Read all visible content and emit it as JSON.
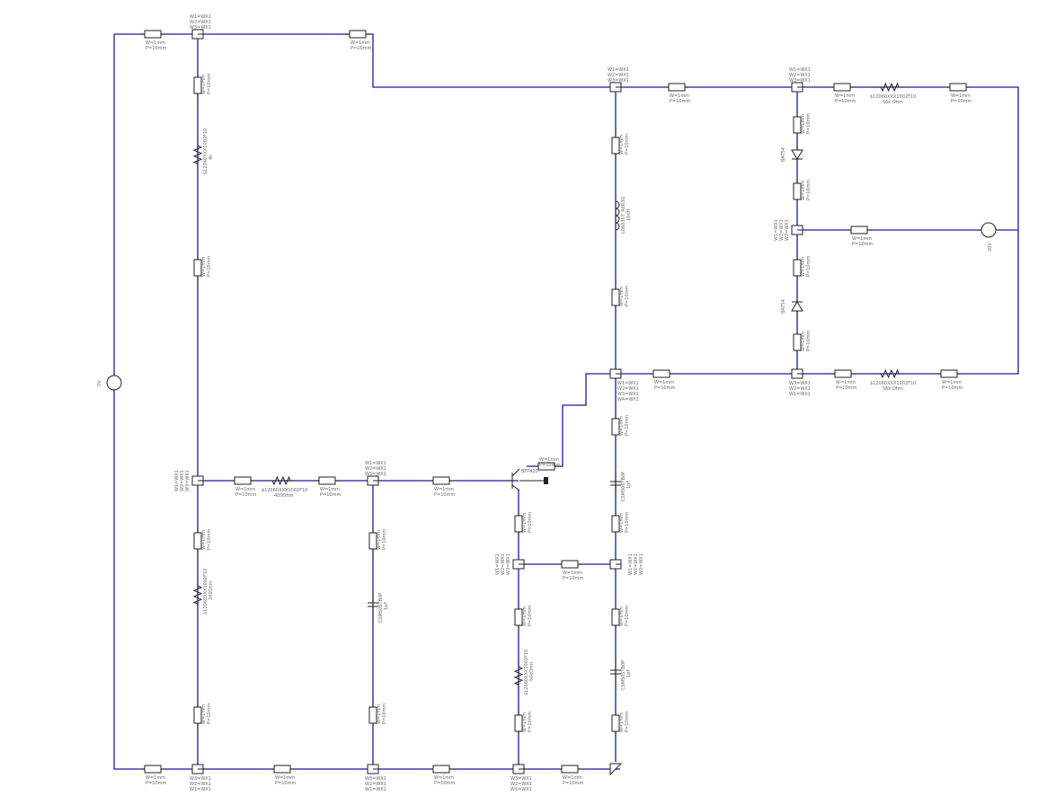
{
  "labels": {
    "tl_w": "W=1mm",
    "tl_l": "P=10mm",
    "tee_w1": "W1=WX1",
    "tee_w2": "W2=WX1",
    "tee_w3": "W3=WX1",
    "tee_w4": "W4=WX1",
    "res_4k": "4k",
    "res_400": "400Ohm",
    "res_50": "50kOhm",
    "res_200": "200Ohm",
    "res_56": "56k Ohm",
    "res_part": "$12060XXX1002F10",
    "cap_part": "CSMS0STB0P",
    "cap_1p": "1pF",
    "ind_part": "L0603ST_R6R3G",
    "ind_val": "10nH",
    "diode_part": "BAT54",
    "src_left": "5V",
    "src_right": "20V",
    "bjt_ref": "BFP420"
  },
  "colors": {
    "wire": "#1a1aa0",
    "part": "#222222",
    "text": "#666666"
  },
  "icons": [
    "ground-icon",
    "voltage-source-icon",
    "bjt-icon",
    "diode-icon"
  ]
}
